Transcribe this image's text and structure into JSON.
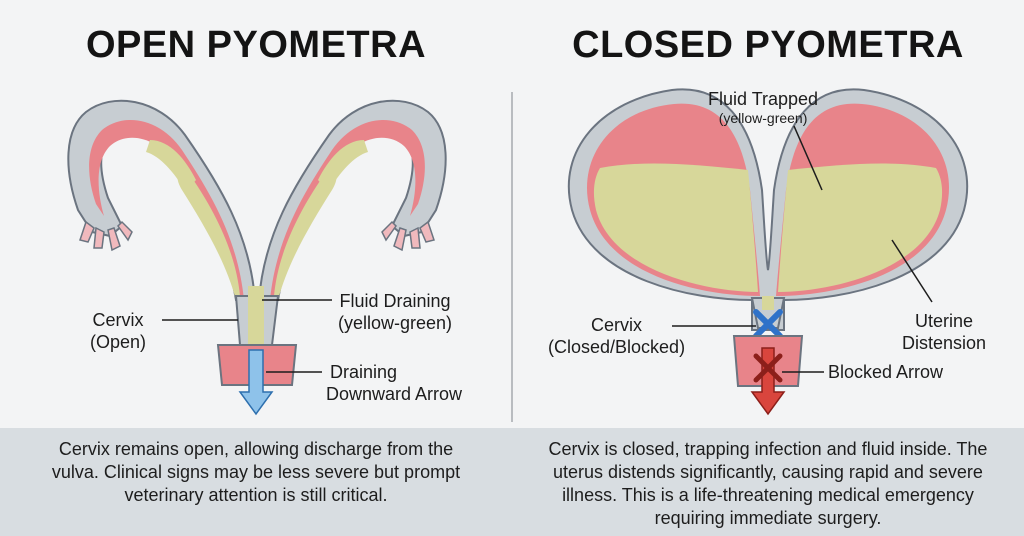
{
  "open": {
    "title": "OPEN PYOMETRA",
    "labels": {
      "cervix_line1": "Cervix",
      "cervix_line2": "(Open)",
      "fluid_line1": "Fluid Draining",
      "fluid_line2": "(yellow-green)",
      "arrow_line1": "Draining",
      "arrow_line2": "Downward Arrow"
    },
    "caption": "Cervix remains open, allowing discharge from the vulva. Clinical signs may be less severe but prompt veterinary attention is still critical."
  },
  "closed": {
    "title": "CLOSED PYOMETRA",
    "labels": {
      "fluid_line1": "Fluid Trapped",
      "fluid_line2": "(yellow-green)",
      "cervix_line1": "Cervix",
      "cervix_line2": "(Closed/Blocked)",
      "distension_line1": "Uterine",
      "distension_line2": "Distension",
      "blocked_arrow": "Blocked Arrow"
    },
    "caption": "Cervix is closed, trapping infection and fluid inside. The uterus distends significantly, causing rapid and severe illness. This is a life-threatening medical emergency requiring immediate surgery."
  },
  "colors": {
    "uterine_wall": "#c7cdd2",
    "wall_outline": "#6b7480",
    "inflamed_lining": "#e8848a",
    "fluid": "#d7d79a",
    "open_arrow": "#8ec2ea",
    "blocked_arrow": "#d9453d",
    "cervix_block_x": "#2f72c9",
    "footer_bg": "#d8dde1"
  }
}
